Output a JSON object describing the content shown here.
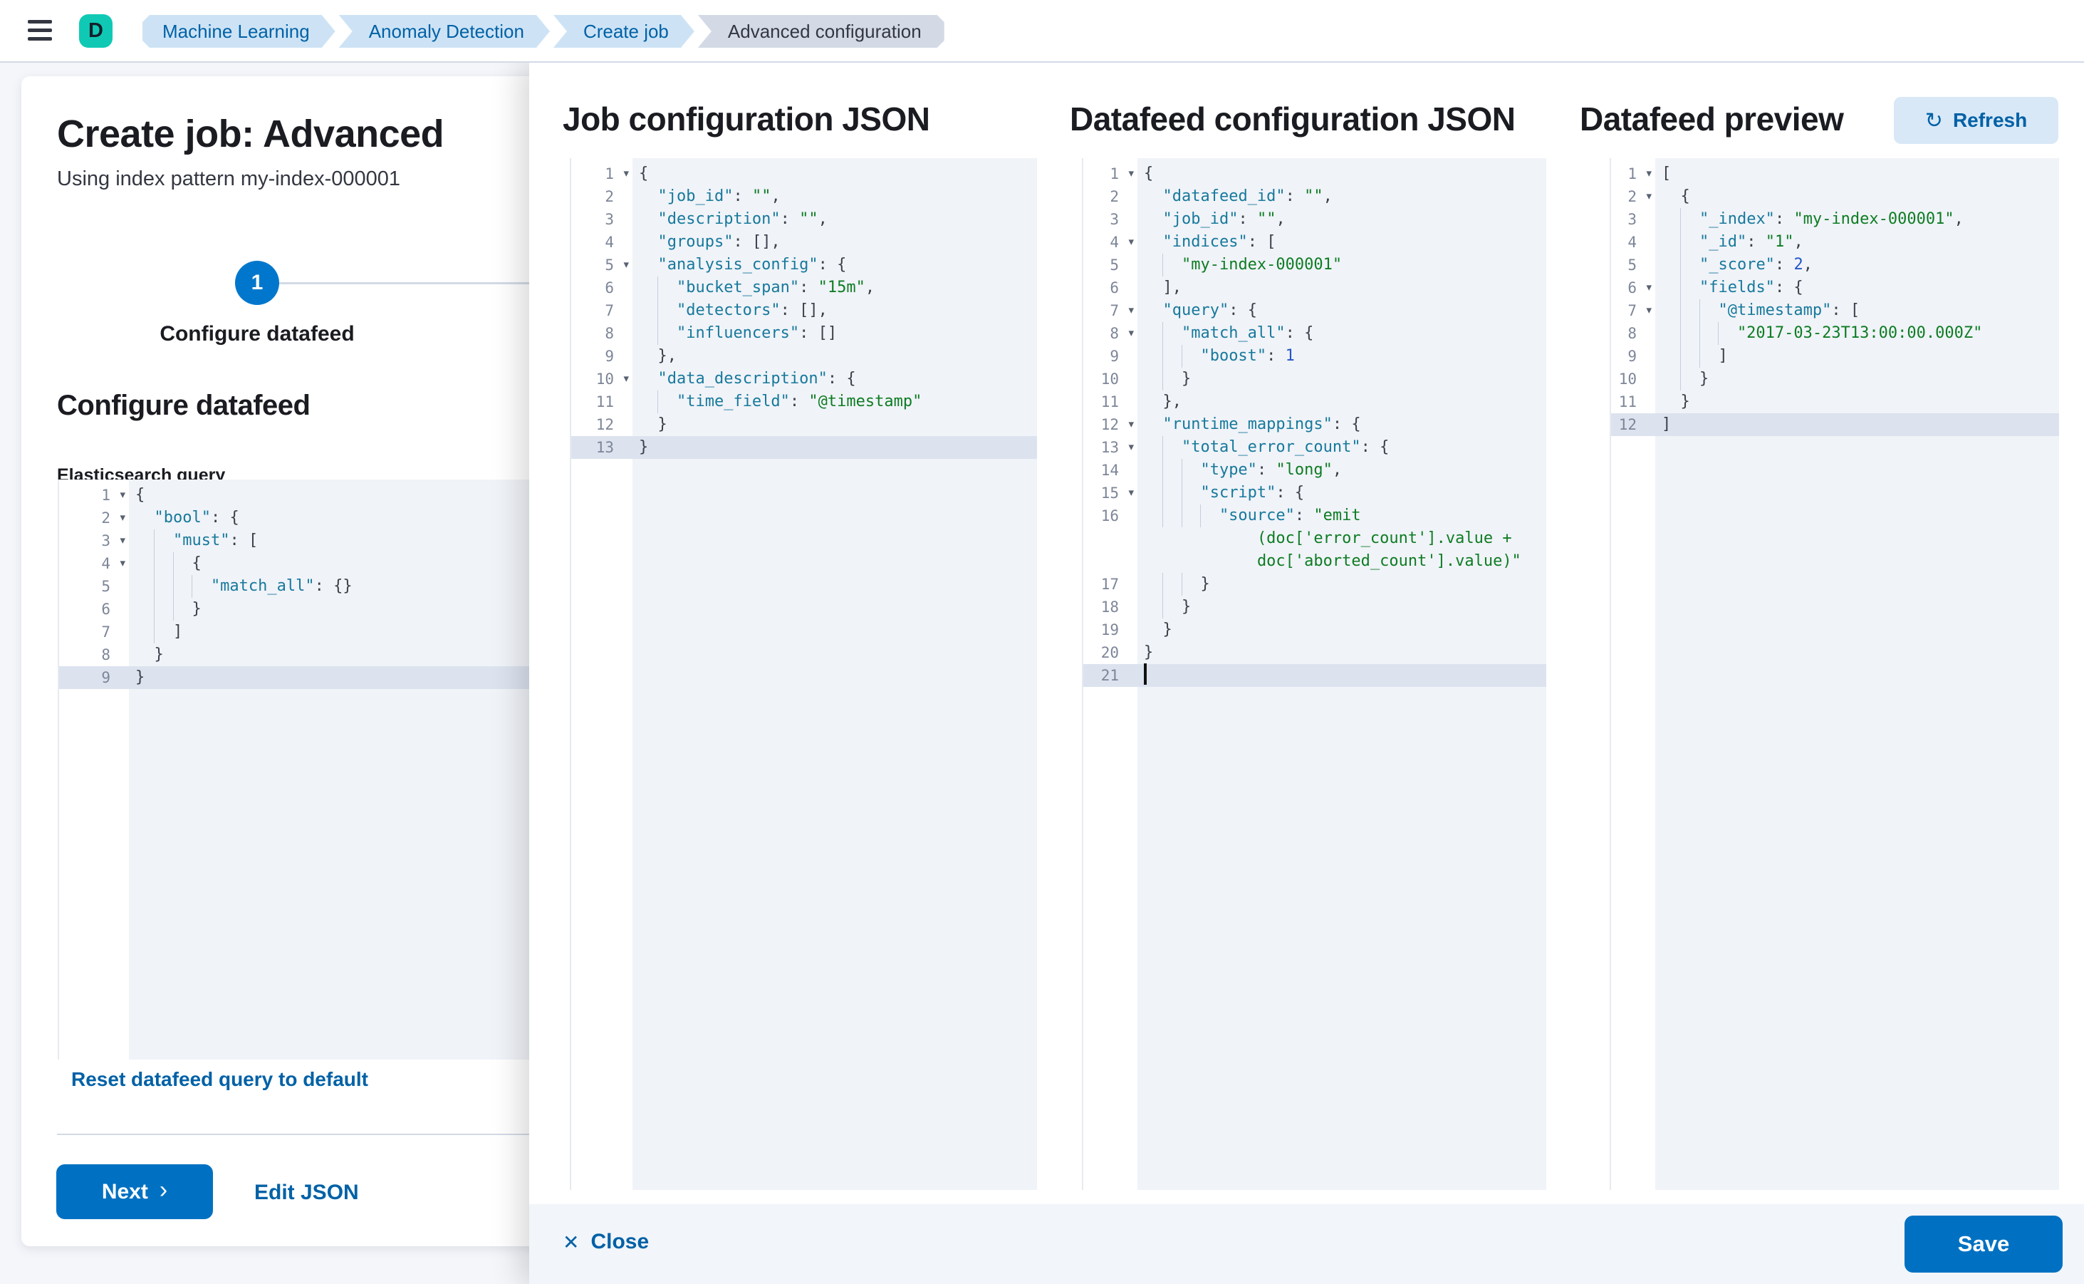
{
  "header": {
    "avatar_initial": "D",
    "breadcrumbs": [
      {
        "label": "Machine Learning",
        "current": false
      },
      {
        "label": "Anomaly Detection",
        "current": false
      },
      {
        "label": "Create job",
        "current": false
      },
      {
        "label": "Advanced configuration",
        "current": true
      }
    ]
  },
  "wizard": {
    "title": "Create job: Advanced",
    "subtitle": "Using index pattern my-index-000001",
    "step": {
      "number": "1",
      "label": "Configure datafeed"
    },
    "section_heading": "Configure datafeed",
    "query_label": "Elasticsearch query",
    "reset_link_label": "Reset datafeed query to default",
    "next_button_label": "Next",
    "next_chevron_icon": "›",
    "edit_json_label": "Edit JSON"
  },
  "flyout": {
    "panels": {
      "job_title": "Job configuration JSON",
      "datafeed_title": "Datafeed configuration JSON",
      "preview_title": "Datafeed preview"
    },
    "refresh_button_label": "Refresh",
    "refresh_icon": "↻",
    "close_button_label": "Close",
    "close_icon": "✕",
    "save_button_label": "Save"
  },
  "colors": {
    "accent_button": "#0071c2",
    "link": "#0061a6",
    "avatar": "#10c9b5",
    "breadcrumb_blue_bg": "#cde3f5",
    "breadcrumb_gray_bg": "#d3dae6",
    "editor_bg": "#f0f3f8",
    "editor_active_line": "#dce3ef",
    "token_key": "#17799c",
    "token_string": "#0e7c23",
    "token_number": "#2456c8",
    "token_punctuation": "#3b404a"
  },
  "editors": {
    "query": {
      "lines": [
        {
          "n": "1",
          "fold": true,
          "indent": 0,
          "tokens": [
            [
              "p",
              "{"
            ]
          ]
        },
        {
          "n": "2",
          "fold": true,
          "indent": 1,
          "tokens": [
            [
              "k",
              "\"bool\""
            ],
            [
              "p",
              ": {"
            ]
          ]
        },
        {
          "n": "3",
          "fold": true,
          "indent": 2,
          "tokens": [
            [
              "k",
              "\"must\""
            ],
            [
              "p",
              ": ["
            ]
          ]
        },
        {
          "n": "4",
          "fold": true,
          "indent": 3,
          "tokens": [
            [
              "p",
              "{"
            ]
          ]
        },
        {
          "n": "5",
          "indent": 4,
          "tokens": [
            [
              "k",
              "\"match_all\""
            ],
            [
              "p",
              ": {}"
            ]
          ]
        },
        {
          "n": "6",
          "indent": 3,
          "tokens": [
            [
              "p",
              "}"
            ]
          ]
        },
        {
          "n": "7",
          "indent": 2,
          "tokens": [
            [
              "p",
              "]"
            ]
          ]
        },
        {
          "n": "8",
          "indent": 1,
          "tokens": [
            [
              "p",
              "}"
            ]
          ]
        },
        {
          "n": "9",
          "indent": 0,
          "active": true,
          "tokens": [
            [
              "p",
              "}"
            ]
          ]
        }
      ]
    },
    "job": {
      "lines": [
        {
          "n": "1",
          "fold": true,
          "indent": 0,
          "tokens": [
            [
              "p",
              "{"
            ]
          ]
        },
        {
          "n": "2",
          "indent": 1,
          "tokens": [
            [
              "k",
              "\"job_id\""
            ],
            [
              "p",
              ": "
            ],
            [
              "s",
              "\"\""
            ],
            [
              "p",
              ","
            ]
          ]
        },
        {
          "n": "3",
          "indent": 1,
          "tokens": [
            [
              "k",
              "\"description\""
            ],
            [
              "p",
              ": "
            ],
            [
              "s",
              "\"\""
            ],
            [
              "p",
              ","
            ]
          ]
        },
        {
          "n": "4",
          "indent": 1,
          "tokens": [
            [
              "k",
              "\"groups\""
            ],
            [
              "p",
              ": [],"
            ]
          ]
        },
        {
          "n": "5",
          "fold": true,
          "indent": 1,
          "tokens": [
            [
              "k",
              "\"analysis_config\""
            ],
            [
              "p",
              ": {"
            ]
          ]
        },
        {
          "n": "6",
          "indent": 2,
          "tokens": [
            [
              "k",
              "\"bucket_span\""
            ],
            [
              "p",
              ": "
            ],
            [
              "s",
              "\"15m\""
            ],
            [
              "p",
              ","
            ]
          ]
        },
        {
          "n": "7",
          "indent": 2,
          "tokens": [
            [
              "k",
              "\"detectors\""
            ],
            [
              "p",
              ": [],"
            ]
          ]
        },
        {
          "n": "8",
          "indent": 2,
          "tokens": [
            [
              "k",
              "\"influencers\""
            ],
            [
              "p",
              ": []"
            ]
          ]
        },
        {
          "n": "9",
          "indent": 1,
          "tokens": [
            [
              "p",
              "},"
            ]
          ]
        },
        {
          "n": "10",
          "fold": true,
          "indent": 1,
          "tokens": [
            [
              "k",
              "\"data_description\""
            ],
            [
              "p",
              ": {"
            ]
          ]
        },
        {
          "n": "11",
          "indent": 2,
          "tokens": [
            [
              "k",
              "\"time_field\""
            ],
            [
              "p",
              ": "
            ],
            [
              "s",
              "\"@timestamp\""
            ]
          ]
        },
        {
          "n": "12",
          "indent": 1,
          "tokens": [
            [
              "p",
              "}"
            ]
          ]
        },
        {
          "n": "13",
          "indent": 0,
          "active": true,
          "tokens": [
            [
              "p",
              "}"
            ]
          ]
        }
      ]
    },
    "datafeed": {
      "lines": [
        {
          "n": "1",
          "fold": true,
          "indent": 0,
          "tokens": [
            [
              "p",
              "{"
            ]
          ]
        },
        {
          "n": "2",
          "indent": 1,
          "tokens": [
            [
              "k",
              "\"datafeed_id\""
            ],
            [
              "p",
              ": "
            ],
            [
              "s",
              "\"\""
            ],
            [
              "p",
              ","
            ]
          ]
        },
        {
          "n": "3",
          "indent": 1,
          "tokens": [
            [
              "k",
              "\"job_id\""
            ],
            [
              "p",
              ": "
            ],
            [
              "s",
              "\"\""
            ],
            [
              "p",
              ","
            ]
          ]
        },
        {
          "n": "4",
          "fold": true,
          "indent": 1,
          "tokens": [
            [
              "k",
              "\"indices\""
            ],
            [
              "p",
              ": ["
            ]
          ]
        },
        {
          "n": "5",
          "indent": 2,
          "tokens": [
            [
              "s",
              "\"my-index-000001\""
            ]
          ]
        },
        {
          "n": "6",
          "indent": 1,
          "tokens": [
            [
              "p",
              "],"
            ]
          ]
        },
        {
          "n": "7",
          "fold": true,
          "indent": 1,
          "tokens": [
            [
              "k",
              "\"query\""
            ],
            [
              "p",
              ": {"
            ]
          ]
        },
        {
          "n": "8",
          "fold": true,
          "indent": 2,
          "tokens": [
            [
              "k",
              "\"match_all\""
            ],
            [
              "p",
              ": {"
            ]
          ]
        },
        {
          "n": "9",
          "indent": 3,
          "tokens": [
            [
              "k",
              "\"boost\""
            ],
            [
              "p",
              ": "
            ],
            [
              "n",
              "1"
            ]
          ]
        },
        {
          "n": "10",
          "indent": 2,
          "tokens": [
            [
              "p",
              "}"
            ]
          ]
        },
        {
          "n": "11",
          "indent": 1,
          "tokens": [
            [
              "p",
              "},"
            ]
          ]
        },
        {
          "n": "12",
          "fold": true,
          "indent": 1,
          "tokens": [
            [
              "k",
              "\"runtime_mappings\""
            ],
            [
              "p",
              ": {"
            ]
          ]
        },
        {
          "n": "13",
          "fold": true,
          "indent": 2,
          "tokens": [
            [
              "k",
              "\"total_error_count\""
            ],
            [
              "p",
              ": {"
            ]
          ]
        },
        {
          "n": "14",
          "indent": 3,
          "tokens": [
            [
              "k",
              "\"type\""
            ],
            [
              "p",
              ": "
            ],
            [
              "s",
              "\"long\""
            ],
            [
              "p",
              ","
            ]
          ]
        },
        {
          "n": "15",
          "fold": true,
          "indent": 3,
          "tokens": [
            [
              "k",
              "\"script\""
            ],
            [
              "p",
              ": {"
            ]
          ]
        },
        {
          "n": "16",
          "indent": 4,
          "tokens": [
            [
              "k",
              "\"source\""
            ],
            [
              "p",
              ": "
            ],
            [
              "s",
              "\"emit"
            ]
          ]
        },
        {
          "n": "",
          "indent": 0,
          "tokens": [
            [
              "s",
              "            (doc['error_count'].value +"
            ]
          ]
        },
        {
          "n": "",
          "indent": 0,
          "tokens": [
            [
              "s",
              "            doc['aborted_count'].value)\""
            ]
          ]
        },
        {
          "n": "17",
          "indent": 3,
          "tokens": [
            [
              "p",
              "}"
            ]
          ]
        },
        {
          "n": "18",
          "indent": 2,
          "tokens": [
            [
              "p",
              "}"
            ]
          ]
        },
        {
          "n": "19",
          "indent": 1,
          "tokens": [
            [
              "p",
              "}"
            ]
          ]
        },
        {
          "n": "20",
          "indent": 0,
          "tokens": [
            [
              "p",
              "}"
            ]
          ]
        },
        {
          "n": "21",
          "indent": 0,
          "active": true,
          "cursor": true,
          "tokens": []
        }
      ]
    },
    "preview": {
      "lines": [
        {
          "n": "1",
          "fold": true,
          "indent": 0,
          "tokens": [
            [
              "p",
              "["
            ]
          ]
        },
        {
          "n": "2",
          "fold": true,
          "indent": 1,
          "tokens": [
            [
              "p",
              "{"
            ]
          ]
        },
        {
          "n": "3",
          "indent": 2,
          "tokens": [
            [
              "k",
              "\"_index\""
            ],
            [
              "p",
              ": "
            ],
            [
              "s",
              "\"my-index-000001\""
            ],
            [
              "p",
              ","
            ]
          ]
        },
        {
          "n": "4",
          "indent": 2,
          "tokens": [
            [
              "k",
              "\"_id\""
            ],
            [
              "p",
              ": "
            ],
            [
              "s",
              "\"1\""
            ],
            [
              "p",
              ","
            ]
          ]
        },
        {
          "n": "5",
          "indent": 2,
          "tokens": [
            [
              "k",
              "\"_score\""
            ],
            [
              "p",
              ": "
            ],
            [
              "n",
              "2"
            ],
            [
              "p",
              ","
            ]
          ]
        },
        {
          "n": "6",
          "fold": true,
          "indent": 2,
          "tokens": [
            [
              "k",
              "\"fields\""
            ],
            [
              "p",
              ": {"
            ]
          ]
        },
        {
          "n": "7",
          "fold": true,
          "indent": 3,
          "tokens": [
            [
              "k",
              "\"@timestamp\""
            ],
            [
              "p",
              ": ["
            ]
          ]
        },
        {
          "n": "8",
          "indent": 4,
          "tokens": [
            [
              "s",
              "\"2017-03-23T13:00:00.000Z\""
            ]
          ]
        },
        {
          "n": "9",
          "indent": 3,
          "tokens": [
            [
              "p",
              "]"
            ]
          ]
        },
        {
          "n": "10",
          "indent": 2,
          "tokens": [
            [
              "p",
              "}"
            ]
          ]
        },
        {
          "n": "11",
          "indent": 1,
          "tokens": [
            [
              "p",
              "}"
            ]
          ]
        },
        {
          "n": "12",
          "indent": 0,
          "active": true,
          "tokens": [
            [
              "p",
              "]"
            ]
          ]
        }
      ]
    }
  }
}
